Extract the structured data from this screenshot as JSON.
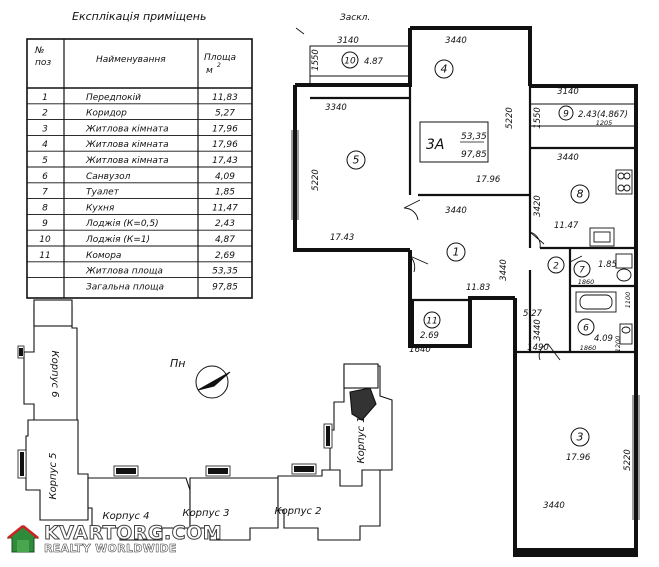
{
  "explication": {
    "title": "Експлікація приміщень",
    "headers": {
      "pos_1": "№",
      "pos_2": "поз",
      "name": "Найменування",
      "area_1": "Площа",
      "area_2": "м",
      "area_sup": "2"
    },
    "rows": [
      {
        "pos": "1",
        "name": "Передпокій",
        "area": "11,83"
      },
      {
        "pos": "2",
        "name": "Коридор",
        "area": "5,27"
      },
      {
        "pos": "3",
        "name": "Житлова кімната",
        "area": "17,96"
      },
      {
        "pos": "4",
        "name": "Житлова кімната",
        "area": "17,96"
      },
      {
        "pos": "5",
        "name": "Житлова кімната",
        "area": "17,43"
      },
      {
        "pos": "6",
        "name": "Санвузол",
        "area": "4,09"
      },
      {
        "pos": "7",
        "name": "Туалет",
        "area": "1,85"
      },
      {
        "pos": "8",
        "name": "Кухня",
        "area": "11,47"
      },
      {
        "pos": "9",
        "name": "Лоджія (К=0,5)",
        "area": "2,43"
      },
      {
        "pos": "10",
        "name": "Лоджія (К=1)",
        "area": "4,87"
      },
      {
        "pos": "11",
        "name": "Комора",
        "area": "2,69"
      }
    ],
    "totals": [
      {
        "name": "Житлова площа",
        "area": "53,35"
      },
      {
        "name": "Загальна площа",
        "area": "97,85"
      }
    ]
  },
  "site_plan": {
    "north": "Пн",
    "buildings": [
      {
        "id": "k1",
        "label": "Корпус 1"
      },
      {
        "id": "k2",
        "label": "Корпус 2"
      },
      {
        "id": "k3",
        "label": "Корпус 3"
      },
      {
        "id": "k4",
        "label": "Корпус 4"
      },
      {
        "id": "k5",
        "label": "Корпус 5"
      },
      {
        "id": "k6",
        "label": "Корпус 6"
      }
    ]
  },
  "floor_plan": {
    "glazing_label": "Заскл.",
    "apartment": {
      "type": "3А",
      "living": "53,35",
      "total": "97,85"
    },
    "rooms": [
      {
        "id": "r1",
        "num": "1",
        "area": "11.83"
      },
      {
        "id": "r2",
        "num": "2",
        "area": "5.27"
      },
      {
        "id": "r3",
        "num": "3",
        "area": "17.96"
      },
      {
        "id": "r4",
        "num": "4",
        "area": "17.96"
      },
      {
        "id": "r5",
        "num": "5",
        "area": "17.43"
      },
      {
        "id": "r6",
        "num": "6",
        "area": "4.09"
      },
      {
        "id": "r7",
        "num": "7",
        "area": "1.85"
      },
      {
        "id": "r8",
        "num": "8",
        "area": "11.47"
      },
      {
        "id": "r9",
        "num": "9",
        "area": "2.43(4.867)"
      },
      {
        "id": "r10",
        "num": "10",
        "area": "4.87"
      },
      {
        "id": "r11",
        "num": "11",
        "area": "2.69"
      }
    ],
    "dimensions": {
      "d3140a": "3140",
      "d3440a": "3440",
      "d3140b": "3140",
      "d1550a": "1550",
      "d3340": "3340",
      "d5220a": "5220",
      "d5220b": "5220",
      "d1550b": "1550",
      "d1205": "1205",
      "d3440b": "3440",
      "d3420": "3420",
      "d3440c": "3440",
      "d3440d": "3440",
      "d1860a": "1860",
      "d1100": "1100",
      "d3440e": "3440",
      "d1490": "1490",
      "d1860b": "1860",
      "d1200": "1200",
      "d1640": "1640",
      "d5220c": "5220",
      "d3440f": "3440"
    }
  },
  "watermark": {
    "brand": "KVARTORG.COM",
    "tagline": "REALTY WORLDWIDE"
  }
}
